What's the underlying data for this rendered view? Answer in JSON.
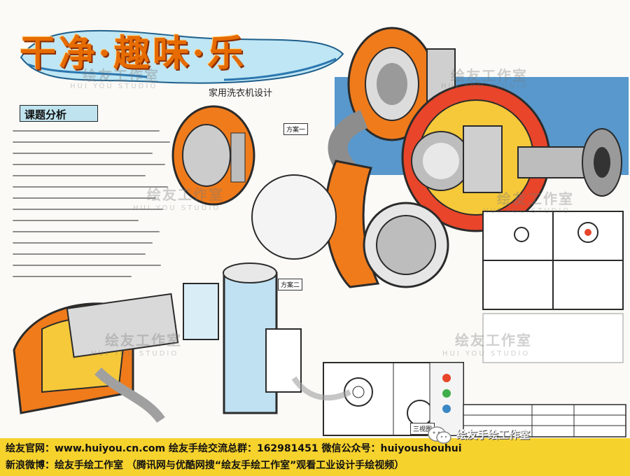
{
  "title": "干净·趣味·乐",
  "subtitle": "家用洗衣机设计",
  "section_heading": "课题分析",
  "labels": {
    "scheme_one": "方案一",
    "scheme_two": "方案二",
    "three_view": "三视图"
  },
  "footer": {
    "line1": "绘友官网：www.huiyou.cn.com  绘友手绘交流总群：162981451  微信公众号：huiyoushouhui",
    "line2": "新浪微博：绘友手绘工作室  （腾讯网与优酷网搜“绘友手绘工作室”观看工业设计手绘视频）"
  },
  "wechat_label": "绘友手绘工作室",
  "watermark": {
    "brand": "绘友工作室",
    "english": "HUI YOU STUDIO"
  },
  "colors": {
    "orange": "#f07b1b",
    "red": "#d63b1f",
    "yellow": "#f6c93a",
    "blue": "#3b86c4",
    "footer": "#f6d22d"
  }
}
